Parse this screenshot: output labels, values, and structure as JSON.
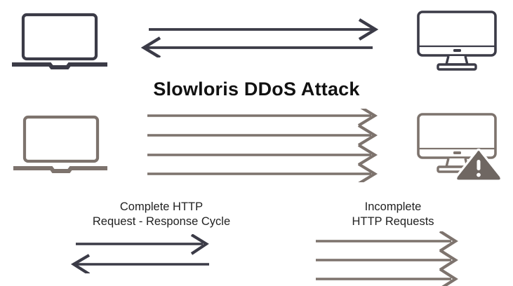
{
  "diagram": {
    "title": "Slowloris DDoS Attack",
    "background_color": "#ffffff",
    "colors": {
      "dark": "#3b3b47",
      "gray": "#7d736d",
      "title": "#111111",
      "caption": "#222222"
    },
    "sections": {
      "normal_traffic": {
        "client_icon": "laptop-icon",
        "client_color": "#3b3b47",
        "server_icon": "desktop-monitor-icon",
        "server_color": "#3b3b47",
        "arrows": [
          {
            "name": "request-arrow",
            "direction": "right",
            "color": "#3b3b47"
          },
          {
            "name": "response-arrow",
            "direction": "left",
            "color": "#3b3b47"
          }
        ]
      },
      "attack_traffic": {
        "client_icon": "laptop-icon",
        "client_color": "#7d736d",
        "server_icon": "desktop-monitor-icon",
        "server_color": "#7d736d",
        "server_badge_icon": "warning-triangle-icon",
        "server_badge_color": "#6f6762",
        "arrows": [
          {
            "name": "partial-request-arrow",
            "direction": "right",
            "color": "#7d736d"
          },
          {
            "name": "partial-request-arrow",
            "direction": "right",
            "color": "#7d736d"
          },
          {
            "name": "partial-request-arrow",
            "direction": "right",
            "color": "#7d736d"
          },
          {
            "name": "partial-request-arrow",
            "direction": "right",
            "color": "#7d736d"
          }
        ]
      }
    },
    "legend": [
      {
        "id": "complete",
        "line1": "Complete HTTP",
        "line2": "Request - Response Cycle",
        "color": "#3b3b47",
        "arrows": [
          {
            "direction": "right"
          },
          {
            "direction": "left"
          }
        ]
      },
      {
        "id": "incomplete",
        "line1": "Incomplete",
        "line2": "HTTP Requests",
        "color": "#7d736d",
        "arrows": [
          {
            "direction": "right"
          },
          {
            "direction": "right"
          },
          {
            "direction": "right"
          }
        ]
      }
    ]
  }
}
